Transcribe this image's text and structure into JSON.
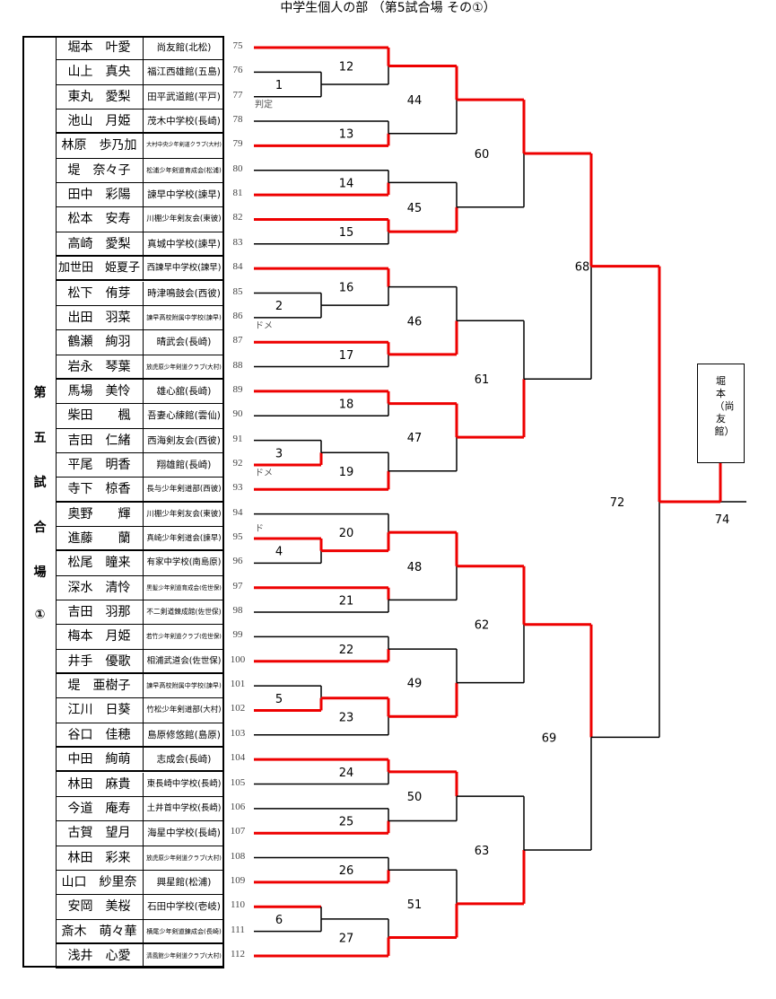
{
  "title": "中学生個人の部 （第5試合場 その①）",
  "side_label": [
    "第",
    "五",
    "試",
    "合",
    "場",
    "①"
  ],
  "entries": [
    {
      "seed": "75",
      "name": "堀本　叶愛",
      "club": "尚友館(北松)"
    },
    {
      "seed": "76",
      "name": "山上　真央",
      "club": "福江西雄館(五島)"
    },
    {
      "seed": "77",
      "name": "東丸　愛梨",
      "club": "田平武道館(平戸)"
    },
    {
      "seed": "78",
      "name": "池山　月姫",
      "club": "茂木中学校(長崎)"
    },
    {
      "seed": "79",
      "name": "林原　歩乃加",
      "club": "大村中央少年剣道クラブ(大村)"
    },
    {
      "seed": "80",
      "name": "堤　奈々子",
      "club": "松浦少年剣道育成会(松浦)"
    },
    {
      "seed": "81",
      "name": "田中　彩陽",
      "club": "諫早中学校(諫早)"
    },
    {
      "seed": "82",
      "name": "松本　安寿",
      "club": "川棚少年剣友会(東彼)"
    },
    {
      "seed": "83",
      "name": "高崎　愛梨",
      "club": "真城中学校(諫早)"
    },
    {
      "seed": "84",
      "name": "加世田　姫夏子",
      "club": "西諫早中学校(諫早)"
    },
    {
      "seed": "85",
      "name": "松下　侑芽",
      "club": "時津鳴鼓会(西彼)"
    },
    {
      "seed": "86",
      "name": "出田　羽菜",
      "club": "諫早高校附属中学校(諫早)"
    },
    {
      "seed": "87",
      "name": "鶴瀬　絢羽",
      "club": "晴武会(長崎)"
    },
    {
      "seed": "88",
      "name": "岩永　琴葉",
      "club": "放虎原少年剣道クラブ(大村)"
    },
    {
      "seed": "89",
      "name": "馬場　美怜",
      "club": "雄心舘(長崎)"
    },
    {
      "seed": "90",
      "name": "柴田　　楓",
      "club": "吾妻心練館(雲仙)"
    },
    {
      "seed": "91",
      "name": "吉田　仁緒",
      "club": "西海剣友会(西彼)"
    },
    {
      "seed": "92",
      "name": "平尾　明香",
      "club": "翔雄館(長崎)"
    },
    {
      "seed": "93",
      "name": "寺下　椋香",
      "club": "長与少年剣道部(西彼)"
    },
    {
      "seed": "94",
      "name": "奥野　　輝",
      "club": "川棚少年剣友会(東彼)"
    },
    {
      "seed": "95",
      "name": "進藤　　蘭",
      "club": "真崎少年剣道会(諫早)"
    },
    {
      "seed": "96",
      "name": "松尾　瞳来",
      "club": "有家中学校(南島原)"
    },
    {
      "seed": "97",
      "name": "深水　清怜",
      "club": "黒髪少年剣道育成会(佐世保)"
    },
    {
      "seed": "98",
      "name": "吉田　羽那",
      "club": "不二剣道錬成館(佐世保)"
    },
    {
      "seed": "99",
      "name": "梅本　月姫",
      "club": "若竹少年剣道クラブ(佐世保)"
    },
    {
      "seed": "100",
      "name": "井手　優歌",
      "club": "相浦武道会(佐世保)"
    },
    {
      "seed": "101",
      "name": "堤　亜樹子",
      "club": "諫早高校附属中学校(諫早)"
    },
    {
      "seed": "102",
      "name": "江川　日葵",
      "club": "竹松少年剣道部(大村)"
    },
    {
      "seed": "103",
      "name": "谷口　佳穂",
      "club": "島原修悠館(島原)"
    },
    {
      "seed": "104",
      "name": "中田　絢萌",
      "club": "志成会(長崎)"
    },
    {
      "seed": "105",
      "name": "林田　麻貴",
      "club": "東長崎中学校(長崎)"
    },
    {
      "seed": "106",
      "name": "今道　庵寿",
      "club": "土井首中学校(長崎)"
    },
    {
      "seed": "107",
      "name": "古賀　望月",
      "club": "海星中学校(長崎)"
    },
    {
      "seed": "108",
      "name": "林田　彩来",
      "club": "放虎原少年剣道クラブ(大村)"
    },
    {
      "seed": "109",
      "name": "山口　紗里奈",
      "club": "興星館(松浦)"
    },
    {
      "seed": "110",
      "name": "安岡　美桜",
      "club": "石田中学校(壱岐)"
    },
    {
      "seed": "111",
      "name": "斎木　萌々華",
      "club": "横尾少年剣道錬成会(長崎)"
    },
    {
      "seed": "112",
      "name": "浅井　心愛",
      "club": "清風館少年剣道クラブ(大村)"
    }
  ],
  "bracket": {
    "match": "72",
    "win": 0,
    "children": [
      {
        "match": "68",
        "win": 0,
        "children": [
          {
            "match": "60",
            "win": 0,
            "children": [
              {
                "match": "44",
                "win": 0,
                "children": [
                  {
                    "match": "12",
                    "win": 0,
                    "children": [
                      0,
                      {
                        "match": "1",
                        "win": -1,
                        "children": [
                          1,
                          2
                        ]
                      }
                    ]
                  },
                  {
                    "match": "13",
                    "win": 1,
                    "children": [
                      3,
                      4
                    ]
                  }
                ]
              },
              {
                "match": "45",
                "win": 1,
                "children": [
                  {
                    "match": "14",
                    "win": 1,
                    "children": [
                      5,
                      6
                    ]
                  },
                  {
                    "match": "15",
                    "win": 0,
                    "children": [
                      7,
                      8
                    ]
                  }
                ]
              }
            ]
          },
          {
            "match": "61",
            "win": 1,
            "children": [
              {
                "match": "46",
                "win": 1,
                "children": [
                  {
                    "match": "16",
                    "win": 0,
                    "children": [
                      9,
                      {
                        "match": "2",
                        "win": -1,
                        "children": [
                          10,
                          11
                        ]
                      }
                    ]
                  },
                  {
                    "match": "17",
                    "win": 0,
                    "children": [
                      12,
                      13
                    ]
                  }
                ]
              },
              {
                "match": "47",
                "win": 0,
                "children": [
                  {
                    "match": "18",
                    "win": 0,
                    "children": [
                      14,
                      15
                    ]
                  },
                  {
                    "match": "19",
                    "win": 1,
                    "children": [
                      {
                        "match": "3",
                        "win": 1,
                        "children": [
                          16,
                          17
                        ]
                      },
                      18
                    ]
                  }
                ]
              }
            ]
          }
        ]
      },
      {
        "match": "69",
        "win": 0,
        "children": [
          {
            "match": "62",
            "win": 0,
            "children": [
              {
                "match": "48",
                "win": 0,
                "children": [
                  {
                    "match": "20",
                    "win": 1,
                    "children": [
                      19,
                      {
                        "match": "4",
                        "win": 0,
                        "children": [
                          20,
                          21
                        ]
                      }
                    ]
                  },
                  {
                    "match": "21",
                    "win": 0,
                    "children": [
                      22,
                      23
                    ]
                  }
                ]
              },
              {
                "match": "49",
                "win": 1,
                "children": [
                  {
                    "match": "22",
                    "win": 1,
                    "children": [
                      24,
                      25
                    ]
                  },
                  {
                    "match": "23",
                    "win": 0,
                    "children": [
                      {
                        "match": "5",
                        "win": 1,
                        "children": [
                          26,
                          27
                        ]
                      },
                      28
                    ]
                  }
                ]
              }
            ]
          },
          {
            "match": "63",
            "win": 1,
            "children": [
              {
                "match": "50",
                "win": 0,
                "children": [
                  {
                    "match": "24",
                    "win": 0,
                    "children": [
                      29,
                      30
                    ]
                  },
                  {
                    "match": "25",
                    "win": 1,
                    "children": [
                      31,
                      32
                    ]
                  }
                ]
              },
              {
                "match": "51",
                "win": 1,
                "children": [
                  {
                    "match": "26",
                    "win": 1,
                    "children": [
                      33,
                      34
                    ]
                  },
                  {
                    "match": "27",
                    "win": 1,
                    "children": [
                      {
                        "match": "6",
                        "win": -1,
                        "children": [
                          35,
                          36
                        ]
                      },
                      37
                    ]
                  }
                ]
              }
            ]
          }
        ]
      }
    ]
  },
  "extra_red_entries": [
    35
  ],
  "final": {
    "match": "74",
    "winner": "堀本（尚友館）"
  },
  "notes": {
    "match1": "判定",
    "match2": "ドメ",
    "match3": "ドメ",
    "match4": "ド"
  },
  "colors": {
    "win_line": "#ee0000",
    "line": "#000000"
  }
}
